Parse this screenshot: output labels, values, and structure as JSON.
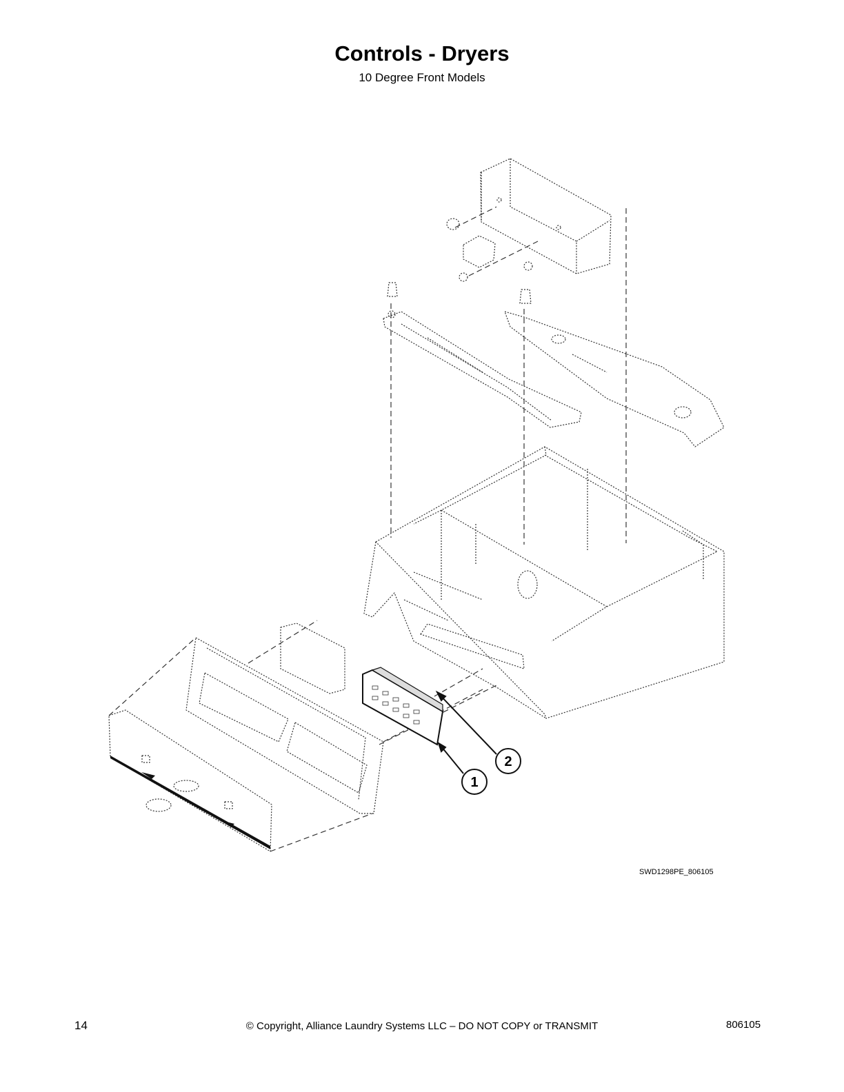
{
  "header": {
    "title": "Controls - Dryers",
    "subtitle": "10 Degree Front Models"
  },
  "diagram": {
    "drawing_id": "SWD1298PE_806105",
    "callouts": [
      {
        "label": "1"
      },
      {
        "label": "2"
      }
    ]
  },
  "footer": {
    "page_number": "14",
    "copyright": "© Copyright, Alliance Laundry Systems LLC – DO NOT COPY or TRANSMIT",
    "doc_number": "806105"
  }
}
